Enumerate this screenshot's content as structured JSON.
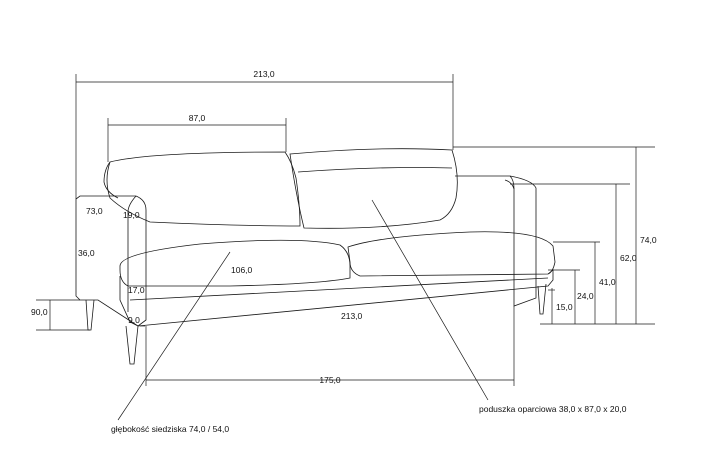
{
  "dimensions": {
    "total_width": "213,0",
    "backrest_cushion_width": "87,0",
    "armrest_depth_top": "73,0",
    "armrest_width": "19,0",
    "armrest_height": "36,0",
    "seat_width": "106,0",
    "cushion_thickness": "17,0",
    "floor_to_frame_side": "90,0",
    "frame_height": "9,0",
    "frame_length": "213,0",
    "leg_span": "175,0",
    "total_height": "74,0",
    "back_height": "62,0",
    "seat_height": "41,0",
    "frame_top_height": "24,0",
    "leg_height": "15,0"
  },
  "notes": {
    "seat_depth": "głębokość siedziska 74,0 / 54,0",
    "back_cushion": "poduszka oparciowa 38,0 x 87,0 x 20,0"
  }
}
